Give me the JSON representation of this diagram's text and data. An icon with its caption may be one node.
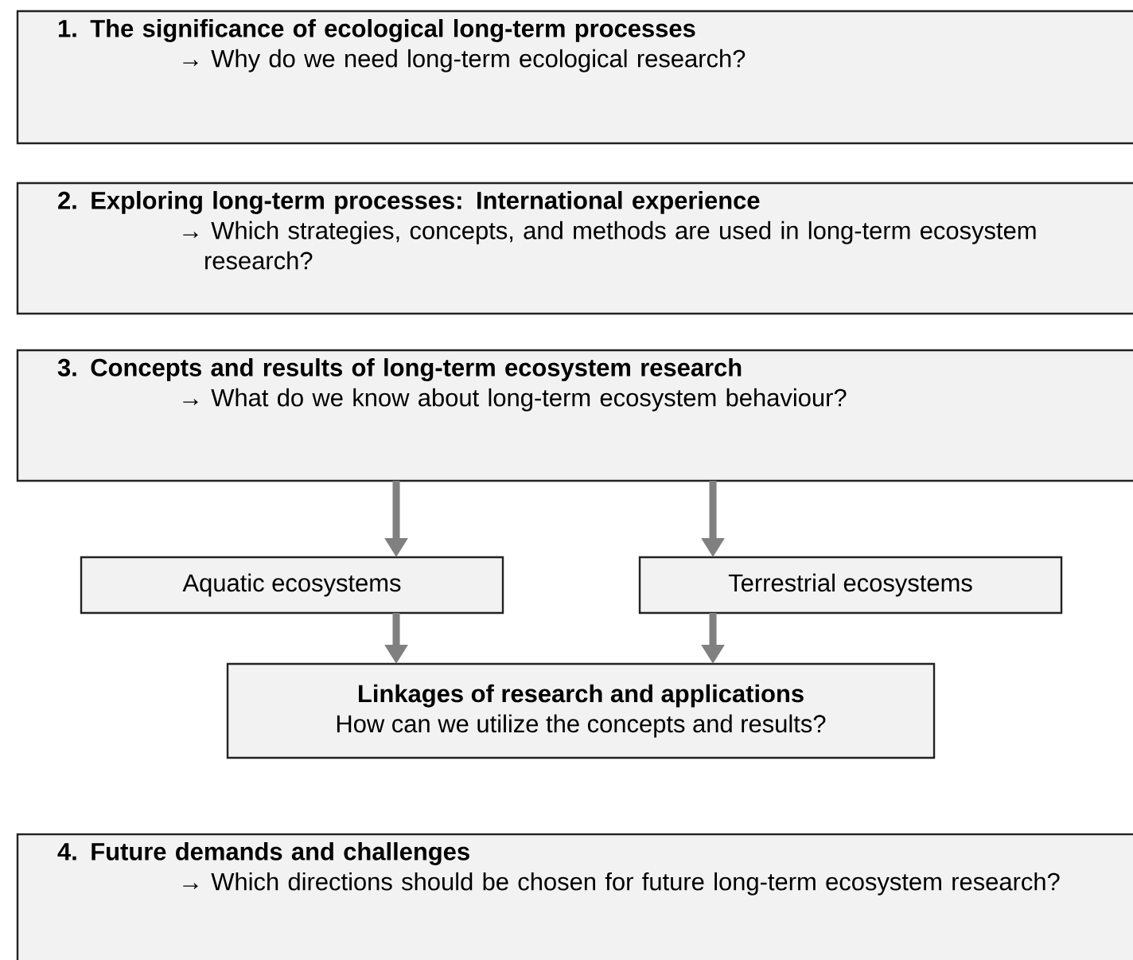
{
  "diagram": {
    "nodes": [
      {
        "text": [
          "1. The significance of ecological long-term processes",
          "→ Why do we need long-term ecological research?"
        ]
      },
      {
        "text": [
          "2. Exploring long-term processes: International experience",
          "→ Which strategies, concepts, and methods are used in long-term ecosystem research?"
        ]
      },
      {
        "text": [
          "3. Concepts and results of long-term ecosystem research",
          "→ What do we know about long-term ecosystem behaviour?"
        ]
      },
      {
        "text": [
          "Aquatic ecosystems"
        ]
      },
      {
        "text": [
          "Terrestrial ecosystems"
        ]
      },
      {
        "text": [
          "Linkages of research and applications",
          "How can we utilize the concepts and results?"
        ]
      },
      {
        "text": [
          "4. Future demands and challenges",
          "→ Which directions should be chosen for future long-term ecosystem research?"
        ]
      }
    ],
    "edges": [
      {
        "from": 2,
        "to": 3,
        "arrow": "to"
      },
      {
        "from": 2,
        "to": 4,
        "arrow": "to"
      },
      {
        "from": 3,
        "to": 5,
        "arrow": "to"
      },
      {
        "from": 4,
        "to": 5,
        "arrow": "to"
      }
    ]
  }
}
